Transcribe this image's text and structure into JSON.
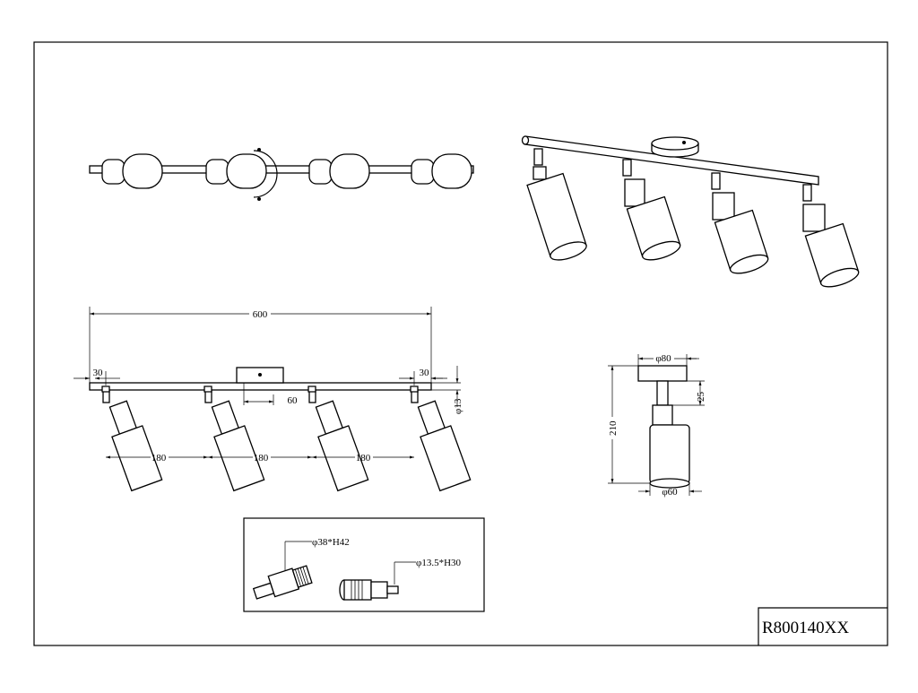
{
  "drawing": {
    "code": "R800140XX",
    "dimensions": {
      "length": "600",
      "end_offset_left": "30",
      "end_offset_right": "30",
      "base_offset": "60",
      "spacing_1": "180",
      "spacing_2": "180",
      "spacing_3": "180",
      "arm_diameter": "φ13",
      "base_diameter": "φ80",
      "base_height": "25",
      "total_height": "210",
      "shade_diameter": "φ60"
    },
    "detail": {
      "socket_a": "φ38*H42",
      "socket_b": "φ13.5*H30"
    }
  }
}
